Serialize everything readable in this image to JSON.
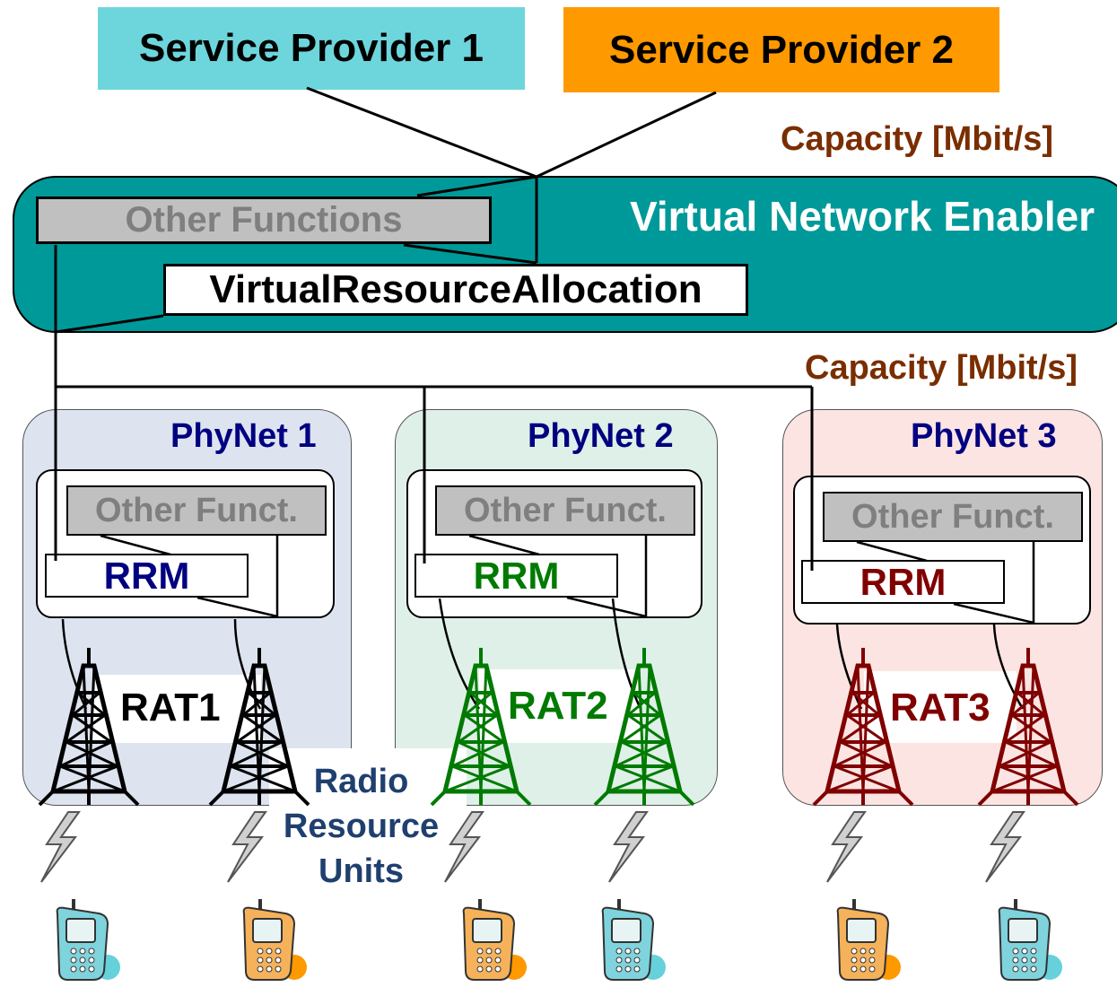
{
  "service_providers": [
    {
      "label": "Service Provider 1",
      "color": "#6dd6dc"
    },
    {
      "label": "Service Provider 2",
      "color": "#ff9900"
    }
  ],
  "capacity_top": "Capacity [Mbit/s]",
  "capacity_bottom": "Capacity [Mbit/s]",
  "capacity_color": "#7a2e00",
  "vne": {
    "title": "Virtual Network Enabler",
    "color": "#009999",
    "other_functions": "Other Functions",
    "allocation": "VirtualResourceAllocation"
  },
  "phynets": [
    {
      "name": "PhyNet 1",
      "other": "Other Funct.",
      "rrm": "RRM",
      "rat": "RAT1",
      "bg": "#dde4f0",
      "rrm_color": "#000080",
      "tower_color": "#000000"
    },
    {
      "name": "PhyNet 2",
      "other": "Other Funct.",
      "rrm": "RRM",
      "rat": "RAT2",
      "bg": "#dff0e8",
      "rrm_color": "#007a00",
      "tower_color": "#007a00"
    },
    {
      "name": "PhyNet 3",
      "other": "Other Funct.",
      "rrm": "RRM",
      "rat": "RAT3",
      "bg": "#fbe4e2",
      "rrm_color": "#800000",
      "tower_color": "#800000"
    }
  ],
  "phynet_title_color": "#000080",
  "radio_resource": {
    "line1": "Radio",
    "line2": "Resource",
    "line3": "Units",
    "color": "#1f3f6f"
  },
  "phones": [
    {
      "icon": "mobile-phone-icon",
      "color": "#7fd3dc"
    },
    {
      "icon": "mobile-phone-icon",
      "color": "#ff9900"
    },
    {
      "icon": "mobile-phone-icon",
      "color": "#ff9900"
    },
    {
      "icon": "mobile-phone-icon",
      "color": "#7fd3dc"
    },
    {
      "icon": "mobile-phone-icon",
      "color": "#ff9900"
    },
    {
      "icon": "mobile-phone-icon",
      "color": "#7fd3dc"
    }
  ]
}
